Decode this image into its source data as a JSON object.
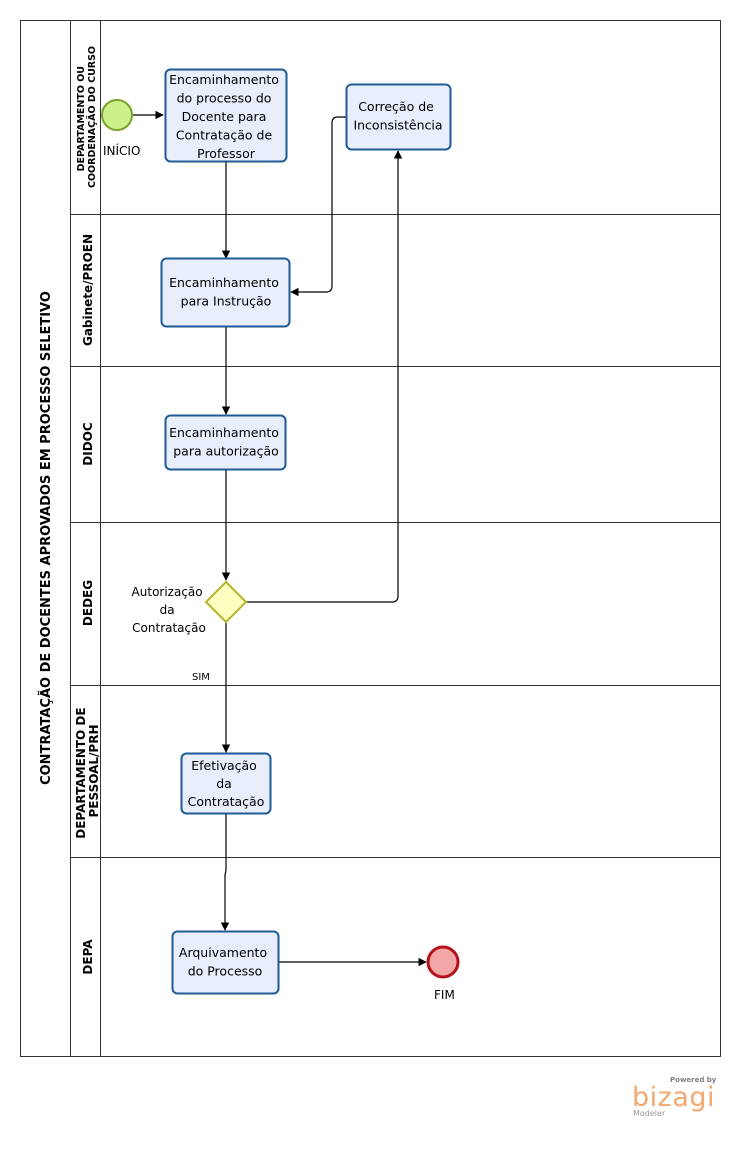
{
  "pool": {
    "title": "CONTRATAÇÃO DE DOCENTES APROVADOS EM PROCESSO SELETIVO"
  },
  "lanes": [
    {
      "lines": [
        "DEPARTAMENTO OU",
        "COORDENAÇÃO DO CURSO"
      ]
    },
    {
      "lines": [
        "Gabinete/PROEN"
      ]
    },
    {
      "lines": [
        "DIDOC"
      ]
    },
    {
      "lines": [
        "DEDEG"
      ]
    },
    {
      "lines": [
        "DEPARTAMENTO DE",
        "PESSOAL/PRH"
      ]
    },
    {
      "lines": [
        "DEPA"
      ]
    }
  ],
  "events": {
    "start": {
      "label": "INÍCIO",
      "color": "#ccf08a"
    },
    "end": {
      "label": "FIM",
      "color": "#f2a6a6"
    }
  },
  "tasks": {
    "encaminhamento_processo": {
      "lines": [
        "Encaminhamento",
        "do processo do",
        "Docente para",
        "Contratação de",
        "Professor"
      ]
    },
    "correcao": {
      "lines": [
        "Correção de",
        "Inconsistência"
      ]
    },
    "instrucao": {
      "lines": [
        "Encaminhamento",
        "para Instrução"
      ]
    },
    "autorizacao": {
      "lines": [
        "Encaminhamento",
        "para autorização"
      ]
    },
    "efetivacao": {
      "lines": [
        "Efetivação",
        "da",
        "Contratação"
      ]
    },
    "arquivamento": {
      "lines": [
        "Arquivamento",
        "do Processo"
      ]
    }
  },
  "gateway": {
    "lines": [
      "Autorização",
      "da",
      "Contratação"
    ],
    "color": "#ffffc2",
    "border": "#b5b52a"
  },
  "flows": {
    "sim_label": "SIM"
  },
  "colors": {
    "task_fill": "#e8eefb",
    "task_border": "#1f5a96"
  },
  "branding": {
    "powered_by": "Powered by",
    "name": "bizagi",
    "product": "Modeler"
  }
}
